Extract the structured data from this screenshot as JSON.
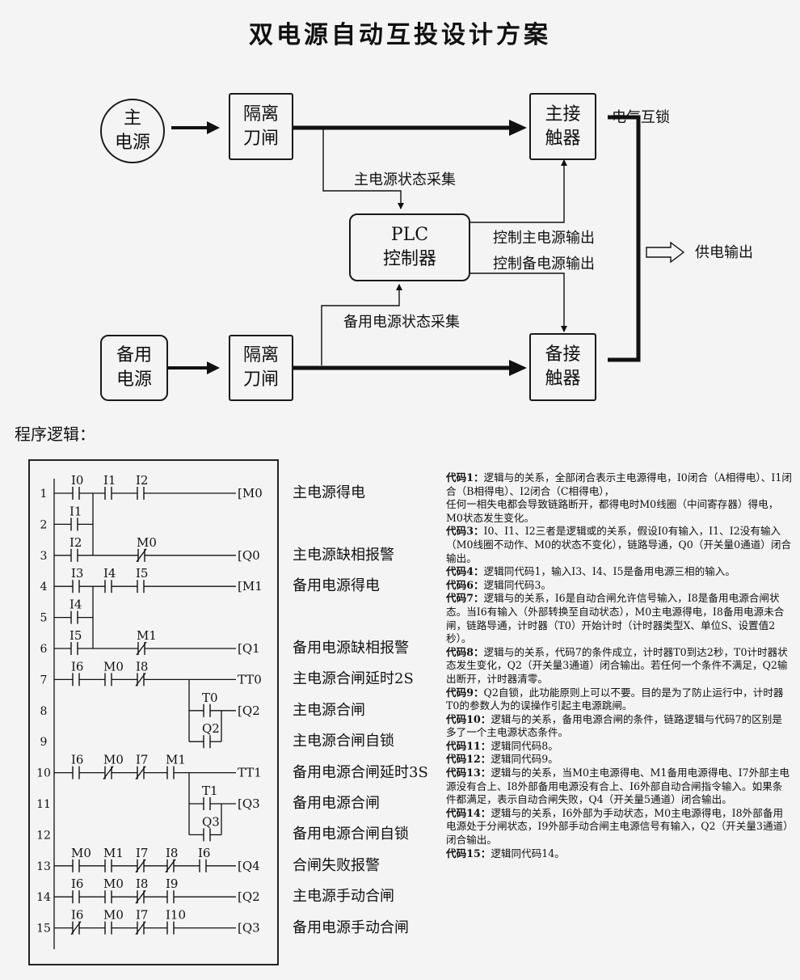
{
  "title": "双电源自动互投设计方案",
  "diagram": {
    "main_source": "主\n电源",
    "backup_source": "备用\n电源",
    "main_isolator": "隔离\n刀闸",
    "backup_isolator": "隔离\n刀闸",
    "plc": "PLC\n控制器",
    "main_contactor": "主接\n触器",
    "backup_contactor": "备接\n触器",
    "interlock_label": "电气互锁",
    "main_sense_label": "主电源状态采集",
    "backup_sense_label": "备用电源状态采集",
    "ctrl_main_label": "控制主电源输出",
    "ctrl_backup_label": "控制备电源输出",
    "supply_output_label": "供电输出"
  },
  "program_heading": "程序逻辑：",
  "ladder": {
    "line_numbers": [
      "1",
      "2",
      "3",
      "4",
      "5",
      "6",
      "7",
      "8",
      "9",
      "10",
      "11",
      "12",
      "13",
      "14",
      "15"
    ],
    "contacts": [
      {
        "label": "I0",
        "type": "no"
      },
      {
        "label": "I1",
        "type": "no"
      },
      {
        "label": "I2",
        "type": "no"
      },
      {
        "label": "I1",
        "type": "no"
      },
      {
        "label": "I2",
        "type": "no"
      },
      {
        "label": "M0",
        "type": "nc"
      },
      {
        "label": "I3",
        "type": "no"
      },
      {
        "label": "I4",
        "type": "no"
      },
      {
        "label": "I5",
        "type": "no"
      },
      {
        "label": "I4",
        "type": "no"
      },
      {
        "label": "I5",
        "type": "no"
      },
      {
        "label": "M1",
        "type": "nc"
      },
      {
        "label": "I6",
        "type": "no"
      },
      {
        "label": "M0",
        "type": "no"
      },
      {
        "label": "I8",
        "type": "nc"
      },
      {
        "label": "T0",
        "type": "no"
      },
      {
        "label": "Q2",
        "type": "no"
      },
      {
        "label": "I6",
        "type": "no"
      },
      {
        "label": "M0",
        "type": "nc"
      },
      {
        "label": "I7",
        "type": "nc"
      },
      {
        "label": "M1",
        "type": "no"
      },
      {
        "label": "T1",
        "type": "no"
      },
      {
        "label": "Q3",
        "type": "no"
      },
      {
        "label": "M0",
        "type": "no"
      },
      {
        "label": "M1",
        "type": "no"
      },
      {
        "label": "I7",
        "type": "nc"
      },
      {
        "label": "I8",
        "type": "nc"
      },
      {
        "label": "I6",
        "type": "no"
      },
      {
        "label": "I6",
        "type": "no"
      },
      {
        "label": "M0",
        "type": "no"
      },
      {
        "label": "I8",
        "type": "nc"
      },
      {
        "label": "I9",
        "type": "no"
      },
      {
        "label": "I6",
        "type": "nc"
      },
      {
        "label": "M0",
        "type": "no"
      },
      {
        "label": "I7",
        "type": "nc"
      },
      {
        "label": "I10",
        "type": "no"
      }
    ],
    "outputs": [
      "[M0",
      "[Q0",
      "[M1",
      "[Q1",
      "TT0",
      "[Q2",
      "TT1",
      "[Q3",
      "[Q4",
      "[Q2",
      "[Q3"
    ]
  },
  "rung_descriptions": [
    "主电源得电",
    "主电源缺相报警",
    "备用电源得电",
    "备用电源缺相报警",
    "主电源合闸延时2S",
    "主电源合闸",
    "主电源合闸自锁",
    "备用电源合闸延时3S",
    "备用电源合闸",
    "备用电源合闸自锁",
    "合闸失败报警",
    "主电源手动合闸",
    "备用电源手动合闸"
  ],
  "notes": [
    {
      "head": "代码1：",
      "text": "逻辑与的关系，全部闭合表示主电源得电，I0闭合（A相得电）、I1闭合（B相得电）、I2闭合（C相得电），"
    },
    {
      "head": "",
      "text": "任何一相失电都会导致链路断开，都得电时M0线圈（中间寄存器）得电，M0状态发生变化。"
    },
    {
      "head": "代码3：",
      "text": "I0、I1、I2三者是逻辑或的关系，假设I0有输入，I1、I2没有输入（M0线圈不动作、M0的状态不变化），链路导通，Q0（开关量0通道）闭合输出。"
    },
    {
      "head": "代码4：",
      "text": "逻辑同代码1，输入I3、I4、I5是备用电源三相的输入。"
    },
    {
      "head": "代码6：",
      "text": "逻辑同代码3。"
    },
    {
      "head": "代码7：",
      "text": "逻辑与的关系，I6是自动合闸允许信号输入，I8是备用电源合闸状态。当I6有输入（外部转换至自动状态），M0主电源得电，I8备用电源未合闸，链路导通，计时器（T0）开始计时（计时器类型X、单位S、设置值2秒）。"
    },
    {
      "head": "代码8：",
      "text": "逻辑与的关系，代码7的条件成立，计时器T0到达2秒，T0计时器状态发生变化，Q2（开关量3通道）闭合输出。若任何一个条件不满足，Q2输出断开，计时器清零。"
    },
    {
      "head": "代码9：",
      "text": "Q2自锁，此功能原则上可以不要。目的是为了防止运行中，计时器T0的参数人为的误操作引起主电源跳闸。"
    },
    {
      "head": "代码10：",
      "text": "逻辑与的关系，备用电源合闸的条件，链路逻辑与代码7的区别是多了一个主电源状态条件。"
    },
    {
      "head": "代码11：",
      "text": "逻辑同代码8。"
    },
    {
      "head": "代码12：",
      "text": "逻辑同代码9。"
    },
    {
      "head": "代码13：",
      "text": "逻辑与的关系，当M0主电源得电、M1备用电源得电、I7外部主电源没有合上、I8外部备用电源没有合上、I6外部自动合闸指令输入。如果条件都满足，表示自动合闸失败，Q4（开关量5通道）闭合输出。"
    },
    {
      "head": "代码14：",
      "text": "逻辑与的关系，I6外部为手动状态，M0主电源得电，I8外部备用电源处于分闸状态，I9外部手动合闸主电源信号有输入，Q2（开关量3通道）闭合输出。"
    },
    {
      "head": "代码15：",
      "text": "逻辑同代码14。"
    }
  ]
}
